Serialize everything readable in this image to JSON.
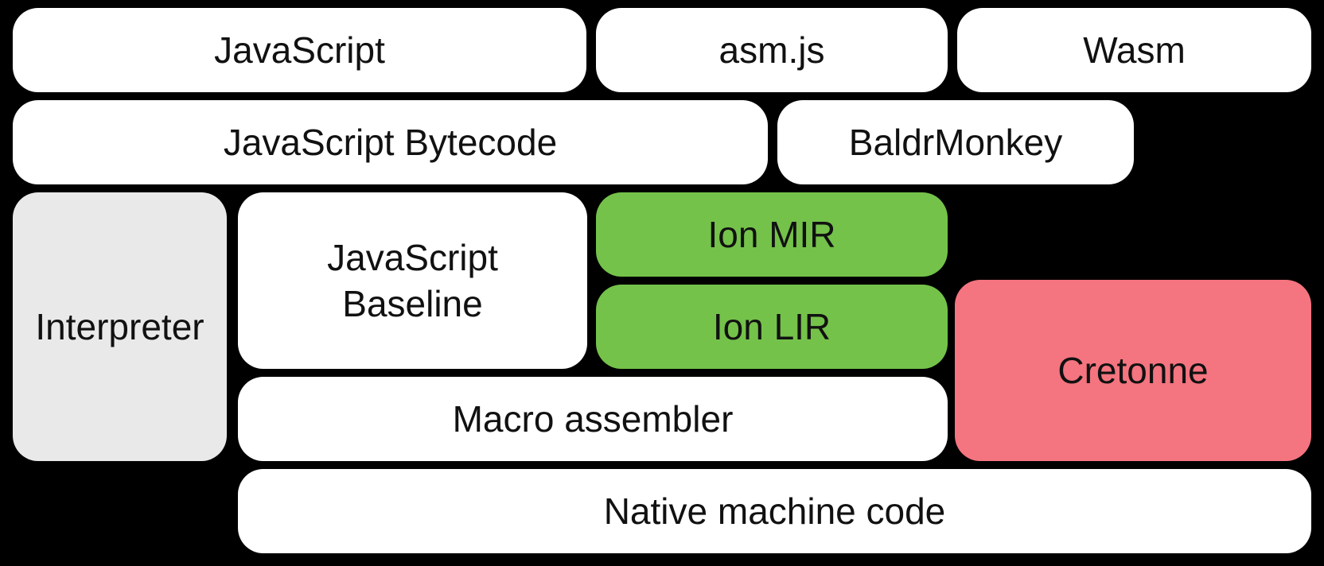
{
  "colors": {
    "background": "#000000",
    "text": "#111111",
    "box-white": "#ffffff",
    "box-gray": "#e9e9e9",
    "box-green": "#74c24a",
    "box-pink": "#f4747f"
  },
  "boxes": {
    "javascript": {
      "label": "JavaScript"
    },
    "asmjs": {
      "label": "asm.js"
    },
    "wasm": {
      "label": "Wasm"
    },
    "bytecode": {
      "label": "JavaScript Bytecode"
    },
    "baldrmonkey": {
      "label": "BaldrMonkey"
    },
    "interpreter": {
      "label": "Interpreter"
    },
    "baseline": {
      "line1": "JavaScript",
      "line2": "Baseline"
    },
    "ion_mir": {
      "label": "Ion MIR"
    },
    "ion_lir": {
      "label": "Ion LIR"
    },
    "cretonne": {
      "label": "Cretonne"
    },
    "macro_assembler": {
      "label": "Macro assembler"
    },
    "native_code": {
      "label": "Native machine code"
    }
  }
}
